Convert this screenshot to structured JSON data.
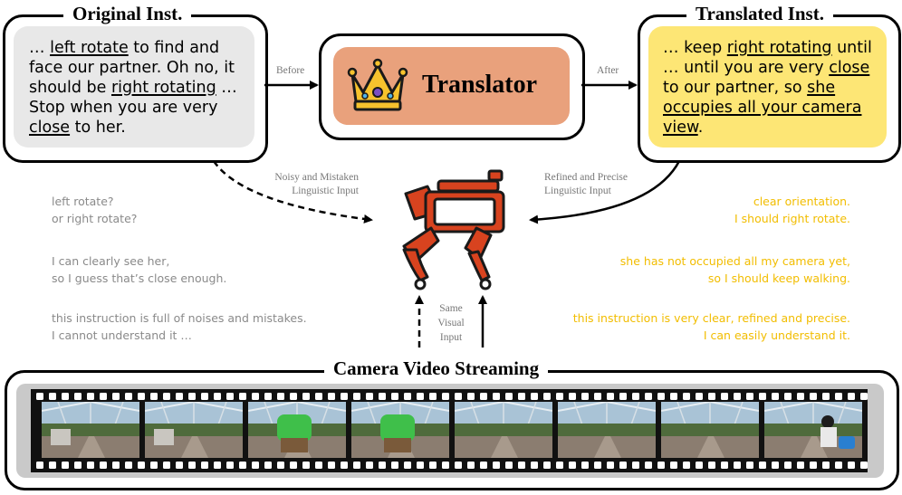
{
  "original": {
    "title": "Original Inst.",
    "parts": [
      "… ",
      "left rotate",
      " to find and face our partner. Oh no, it should be ",
      "right rotating",
      " … Stop when you are very ",
      "close",
      " to her."
    ]
  },
  "translated": {
    "title": "Translated Inst.",
    "parts": [
      "… keep ",
      "right rotating",
      " until … until you are very ",
      "close",
      " to our partner, so ",
      "she occupies all your camera view",
      "."
    ]
  },
  "translator": {
    "label": "Translator",
    "icon": "crown-icon"
  },
  "labels": {
    "before": "Before",
    "after": "After",
    "noisy_l1": "Noisy and Mistaken",
    "noisy_l2": "Linguistic Input",
    "refined_l1": "Refined and Precise",
    "refined_l2": "Linguistic Input",
    "same_l1": "Same",
    "same_l2": "Visual",
    "same_l3": "Input"
  },
  "thoughts_left": [
    [
      "left rotate?",
      "or right rotate?"
    ],
    [
      "I can clearly see her,",
      "so I guess that’s close enough."
    ],
    [
      "this instruction is full of noises and mistakes.",
      "I cannot understand it …"
    ]
  ],
  "thoughts_right": [
    [
      "clear orientation.",
      "I should right rotate."
    ],
    [
      "she has not occupied all my camera yet,",
      "so I should keep walking."
    ],
    [
      "this instruction is very clear, refined and precise.",
      "I can easily understand it."
    ]
  ],
  "camera": {
    "title": "Camera Video Streaming",
    "frame_count": 8
  },
  "colors": {
    "left_box": "#e8e8e8",
    "right_box": "#fde675",
    "translator_fill": "#e9a17c",
    "robot": "#d8431f",
    "thought_gray": "#8a8a8a",
    "thought_yellow": "#f2bd00"
  }
}
